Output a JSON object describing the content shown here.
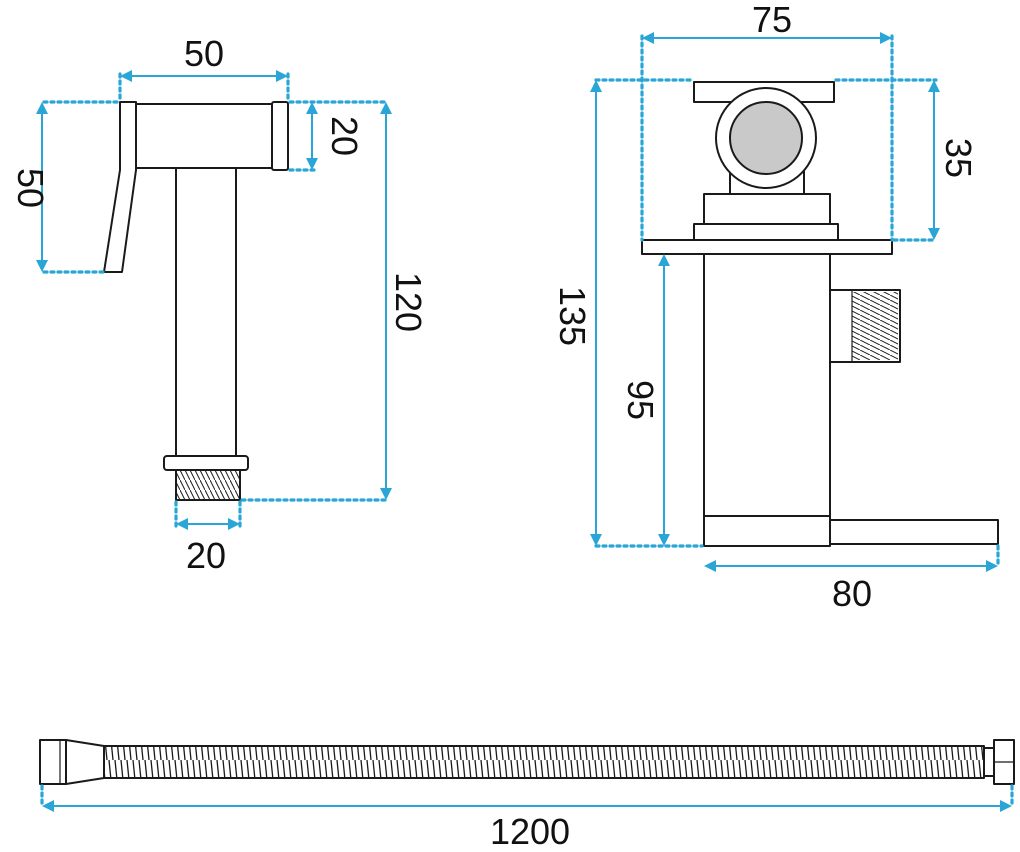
{
  "colors": {
    "dimension": "#2aa6d6",
    "outline": "#1a1a1a",
    "ball": "#c9c9c9"
  },
  "dimensions": {
    "sprayer_width": "50",
    "sprayer_head_height": "20",
    "sprayer_lever_height": "50",
    "sprayer_total_height": "120",
    "sprayer_thread": "20",
    "valve_width": "75",
    "valve_top_height": "35",
    "valve_total_height": "135",
    "valve_body_height": "95",
    "valve_lever_length": "80",
    "hose_length": "1200"
  }
}
